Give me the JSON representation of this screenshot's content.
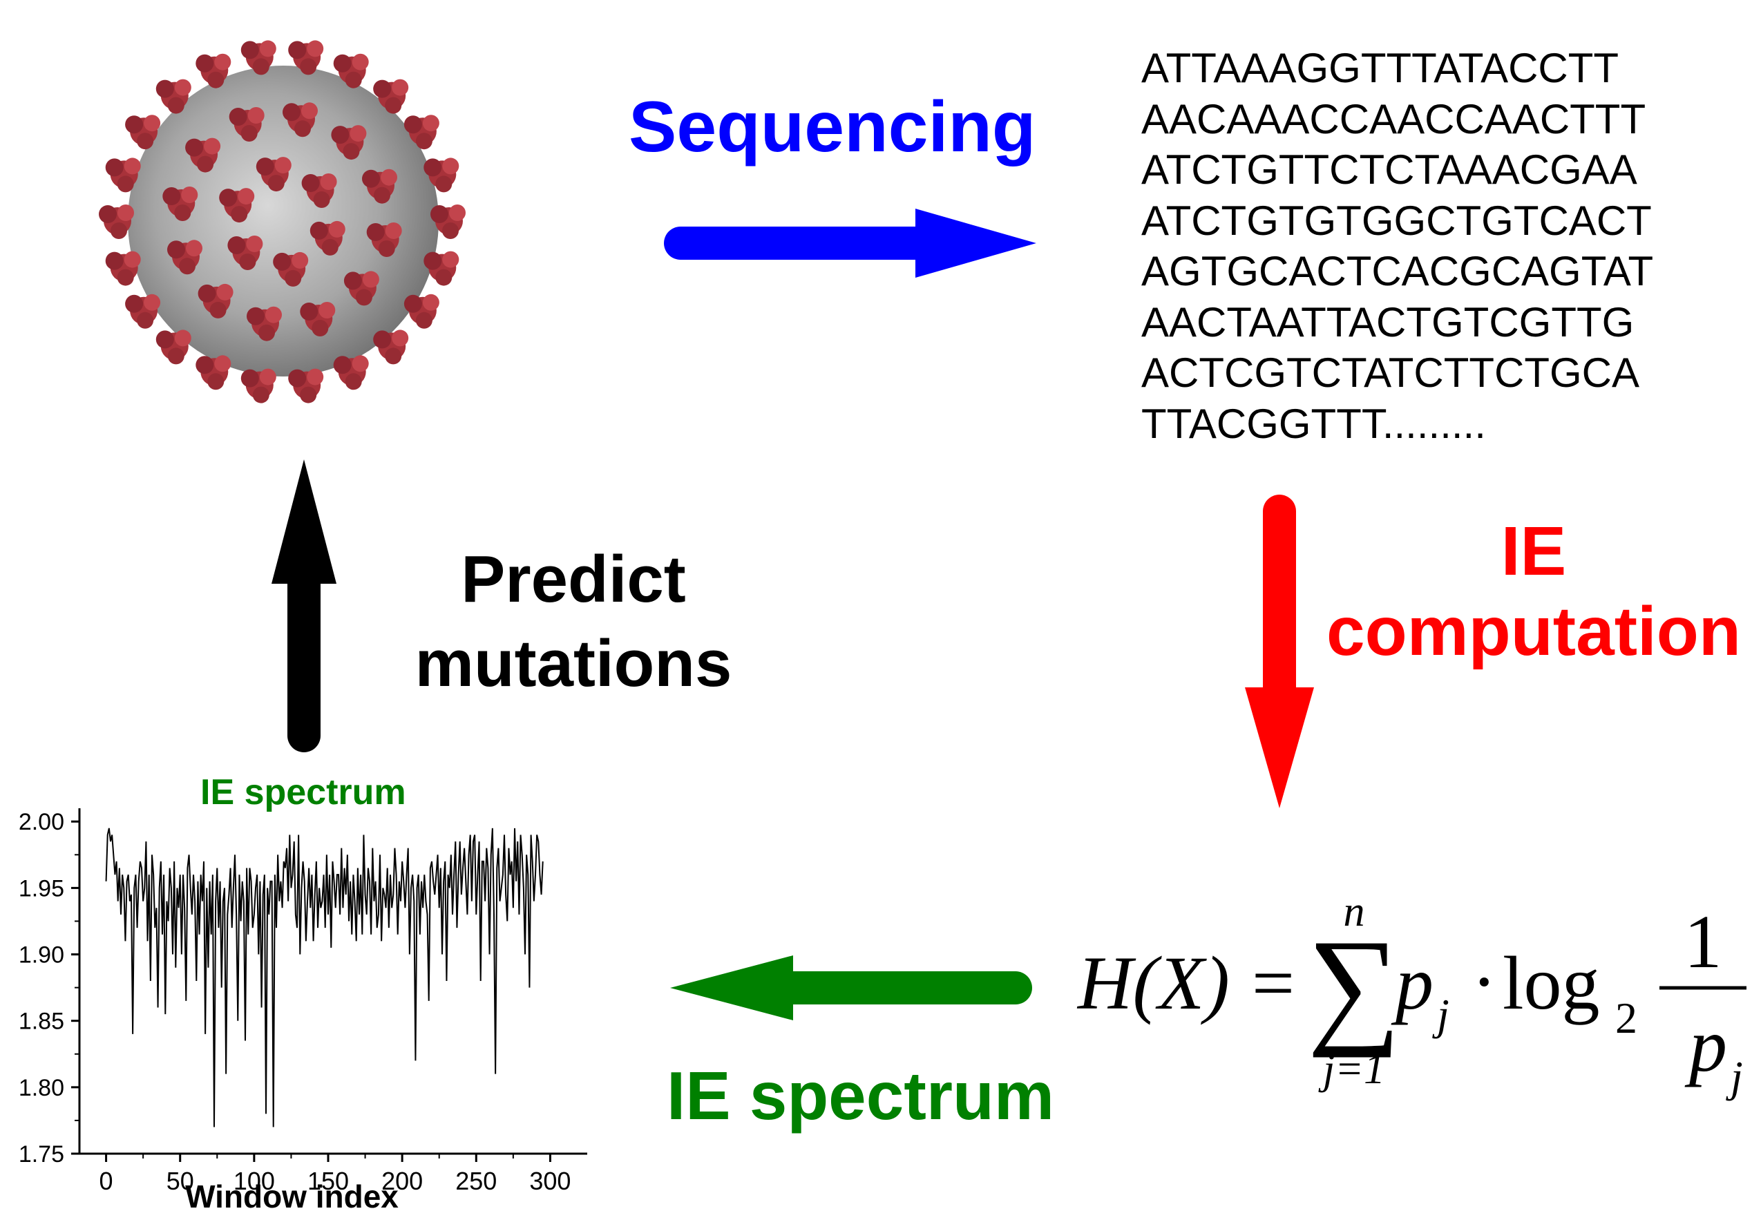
{
  "labels": {
    "sequencing": "Sequencing",
    "ie_computation_line1": "IE",
    "ie_computation_line2": "computation",
    "predict_line1": "Predict",
    "predict_line2": "mutations",
    "ie_spectrum_arrow": "IE spectrum"
  },
  "sequence_lines": [
    "ATTAAAGGTTTATACCTT",
    "AACAAACCAACCAACTTT",
    "ATCTGTTCTCTAAACGAA",
    "ATCTGTGTGGCTGTCACT",
    "AGTGCACTCACGCAGTAT",
    "AACTAATTACTGTCGTTG",
    "ACTCGTCTATCTTCTGCA",
    "TTACGGTTT........."
  ],
  "formula": {
    "lhs": "H(X)",
    "equals": "=",
    "sum_upper": "n",
    "sum_lower": "j=1",
    "p": "p",
    "sub_j": "j",
    "dot": "·",
    "log": "log",
    "log_base": "2",
    "numerator": "1"
  },
  "colors": {
    "sequencing": "#0000ff",
    "ie_computation": "#ff0000",
    "predict": "#000000",
    "spectrum": "#008000",
    "virus_body": "#b8b8b8",
    "virus_spike": "#a8323a"
  },
  "icons": {
    "virus": "coronavirus-illustration"
  },
  "chart_data": {
    "type": "line",
    "title": "IE spectrum",
    "xlabel": "Window index",
    "ylabel": "",
    "xlim": [
      -18,
      325
    ],
    "ylim": [
      1.75,
      2.01
    ],
    "xticks": [
      0,
      50,
      100,
      150,
      200,
      250,
      300
    ],
    "yticks": [
      1.75,
      1.8,
      1.85,
      1.9,
      1.95,
      2.0
    ],
    "ytick_labels": [
      "1.75",
      "1.80",
      "1.85",
      "1.90",
      "1.95",
      "2.00"
    ],
    "grid": false,
    "series": [
      {
        "values": [
          1.955,
          1.99,
          1.995,
          1.985,
          1.99,
          1.975,
          1.96,
          1.97,
          1.94,
          1.965,
          1.93,
          1.96,
          1.95,
          1.91,
          1.955,
          1.96,
          1.94,
          1.945,
          1.84,
          1.95,
          1.96,
          1.92,
          1.955,
          1.97,
          1.965,
          1.94,
          1.95,
          1.985,
          1.91,
          1.96,
          1.88,
          1.975,
          1.96,
          1.92,
          1.935,
          1.86,
          1.95,
          1.97,
          1.915,
          1.96,
          1.855,
          1.94,
          1.925,
          1.965,
          1.95,
          1.9,
          1.97,
          1.89,
          1.95,
          1.935,
          1.96,
          1.9,
          1.96,
          1.935,
          1.865,
          1.965,
          1.975,
          1.95,
          1.93,
          1.96,
          1.94,
          1.88,
          1.955,
          1.915,
          1.96,
          1.94,
          1.97,
          1.84,
          1.95,
          1.89,
          1.955,
          1.915,
          1.96,
          1.77,
          1.94,
          1.965,
          1.92,
          1.955,
          1.875,
          1.94,
          1.95,
          1.81,
          1.93,
          1.945,
          1.965,
          1.92,
          1.95,
          1.975,
          1.93,
          1.85,
          1.96,
          1.925,
          1.955,
          1.94,
          1.835,
          1.965,
          1.915,
          1.965,
          1.955,
          1.92,
          1.93,
          1.95,
          1.96,
          1.9,
          1.955,
          1.86,
          1.945,
          1.96,
          1.78,
          1.95,
          1.93,
          1.955,
          1.955,
          1.77,
          1.96,
          1.92,
          1.975,
          1.94,
          1.955,
          1.935,
          1.97,
          1.965,
          1.98,
          1.94,
          1.99,
          1.95,
          1.96,
          1.985,
          1.93,
          1.92,
          1.99,
          1.9,
          1.95,
          1.97,
          1.955,
          1.91,
          1.94,
          1.965,
          1.935,
          1.96,
          1.91,
          1.945,
          1.97,
          1.92,
          1.95,
          1.935,
          1.94,
          1.96,
          1.92,
          1.975,
          1.93,
          1.96,
          1.905,
          1.97,
          1.955,
          1.935,
          1.96,
          1.96,
          1.93,
          1.98,
          1.935,
          1.965,
          1.945,
          1.975,
          1.925,
          1.955,
          1.915,
          1.96,
          1.94,
          1.91,
          1.965,
          1.93,
          1.96,
          1.915,
          1.99,
          1.945,
          1.93,
          1.965,
          1.955,
          1.915,
          1.98,
          1.94,
          1.955,
          1.92,
          1.93,
          1.975,
          1.91,
          1.95,
          1.945,
          1.935,
          1.965,
          1.92,
          1.96,
          1.935,
          1.945,
          1.98,
          1.96,
          1.915,
          1.955,
          1.94,
          1.97,
          1.955,
          1.935,
          1.96,
          1.98,
          1.9,
          1.95,
          1.96,
          1.94,
          1.82,
          1.95,
          1.96,
          1.915,
          1.955,
          1.935,
          1.96,
          1.94,
          1.93,
          1.865,
          1.965,
          1.97,
          1.955,
          1.945,
          1.96,
          1.975,
          1.935,
          1.965,
          1.9,
          1.955,
          1.97,
          1.88,
          1.96,
          1.95,
          1.975,
          1.93,
          1.96,
          1.985,
          1.92,
          1.96,
          1.985,
          1.945,
          1.965,
          1.98,
          1.955,
          1.93,
          1.975,
          1.99,
          1.94,
          1.985,
          1.99,
          1.93,
          1.96,
          1.985,
          1.88,
          1.97,
          1.97,
          1.94,
          1.98,
          1.965,
          1.9,
          1.975,
          1.995,
          1.93,
          1.81,
          1.965,
          1.98,
          1.94,
          1.95,
          1.96,
          1.99,
          1.945,
          1.925,
          1.98,
          1.96,
          1.97,
          1.935,
          1.995,
          1.955,
          1.985,
          1.93,
          1.99,
          1.975,
          1.95,
          1.9,
          1.975,
          1.96,
          1.875,
          1.99,
          1.97,
          1.94,
          1.96,
          1.99,
          1.985,
          1.96,
          1.945,
          1.97
        ]
      }
    ]
  }
}
